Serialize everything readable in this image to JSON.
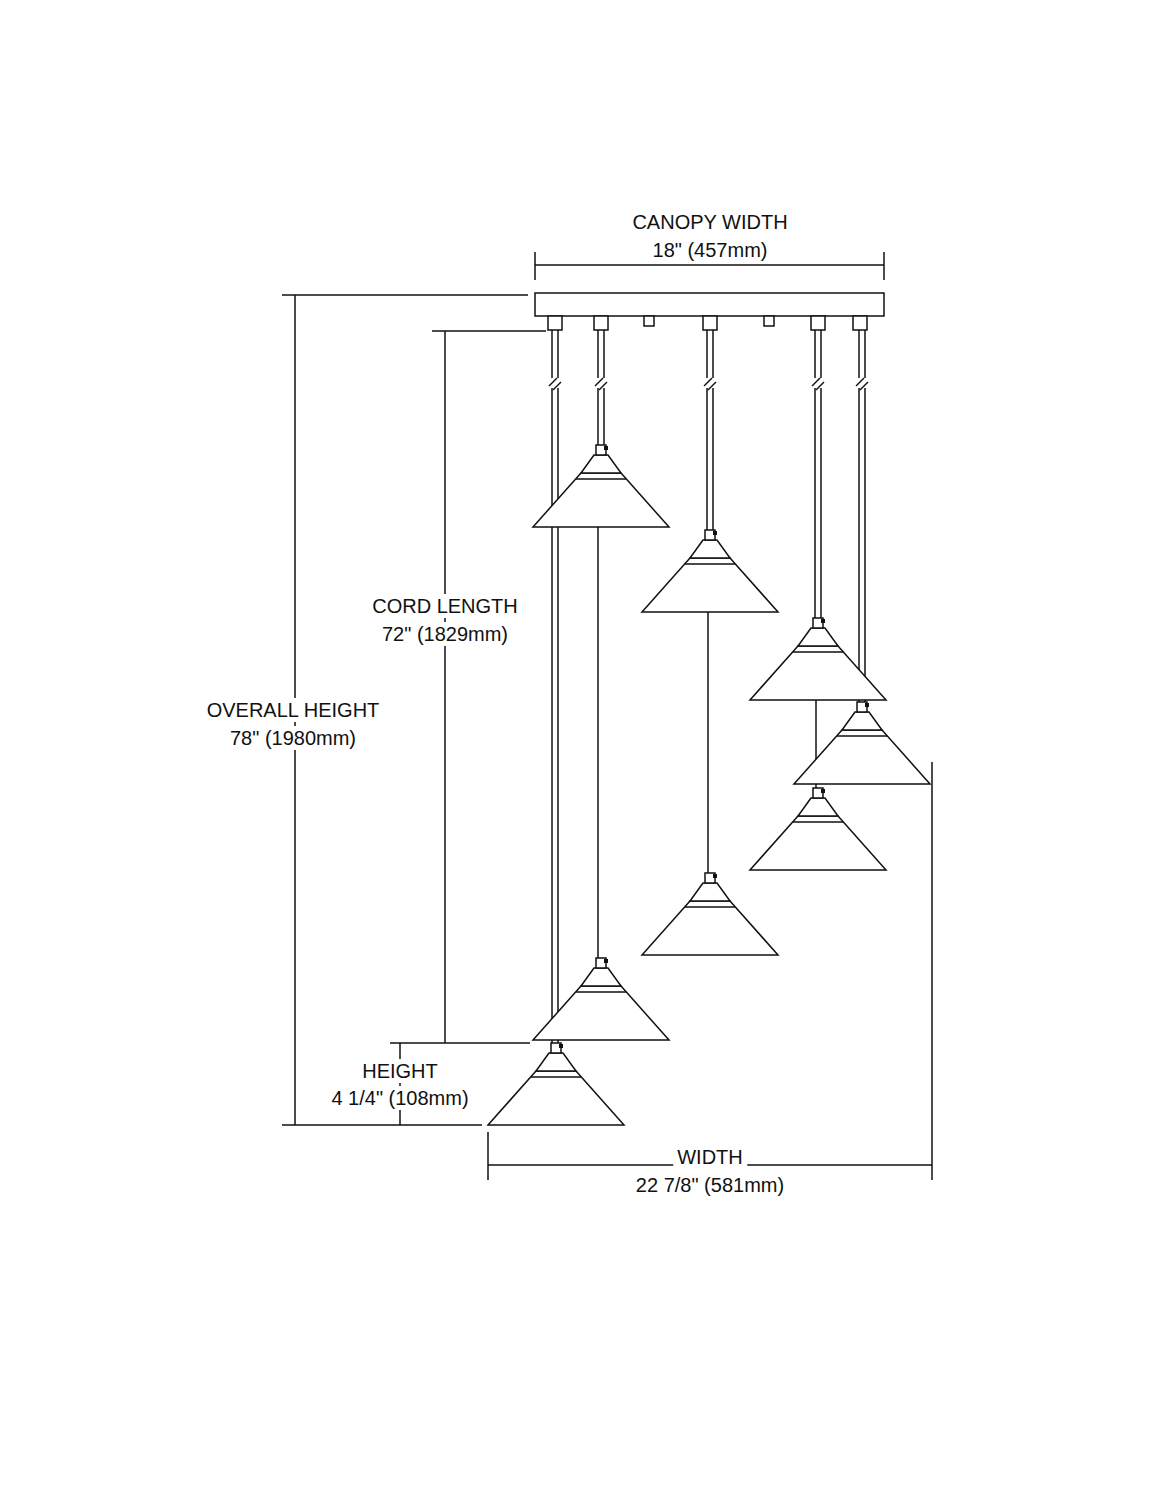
{
  "diagram": {
    "labels": [
      "CANOPY WIDTH",
      "18\" (457mm)",
      "CORD LENGTH",
      "72\" (1829mm)",
      "OVERALL HEIGHT",
      "78\" (1980mm)",
      "HEIGHT",
      "4 1/4\" (108mm)",
      "WIDTH",
      "22 7/8\" (581mm)"
    ]
  }
}
